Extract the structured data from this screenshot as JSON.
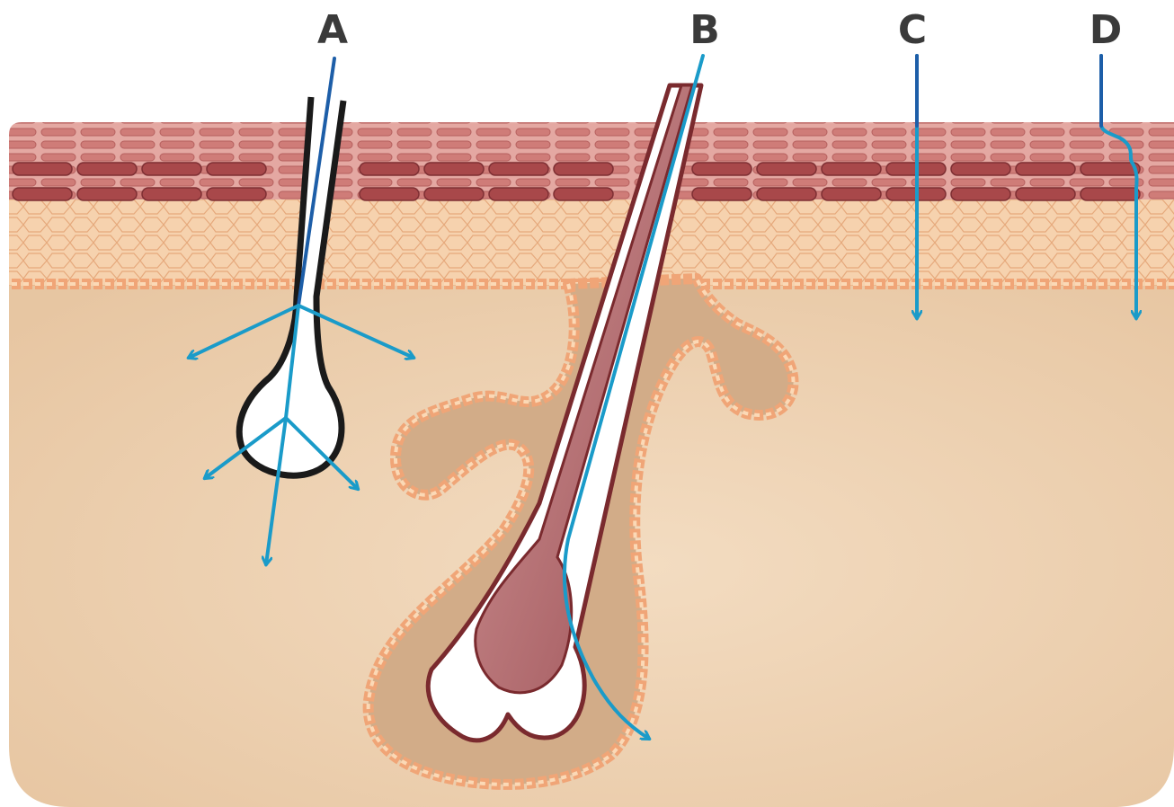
{
  "labels": {
    "a": "A",
    "b": "B",
    "c": "C",
    "d": "D"
  },
  "colors": {
    "dermis": "#f0d6b8",
    "cell_layer": "#f7d8b8",
    "cell_outline": "#e8a070",
    "muscle": "#a8484a",
    "top_layer": "#dd9a96",
    "follicle": "#c9a07c",
    "arrow": "#1a9bc9",
    "arrow_dark": "#1d5ea8",
    "hair_root": "#b46a6e",
    "outline_dark": "#1a1a1a"
  },
  "icons": {
    "arrows": "arrow-icon",
    "muscle_cells": "muscle-cell-icon"
  }
}
